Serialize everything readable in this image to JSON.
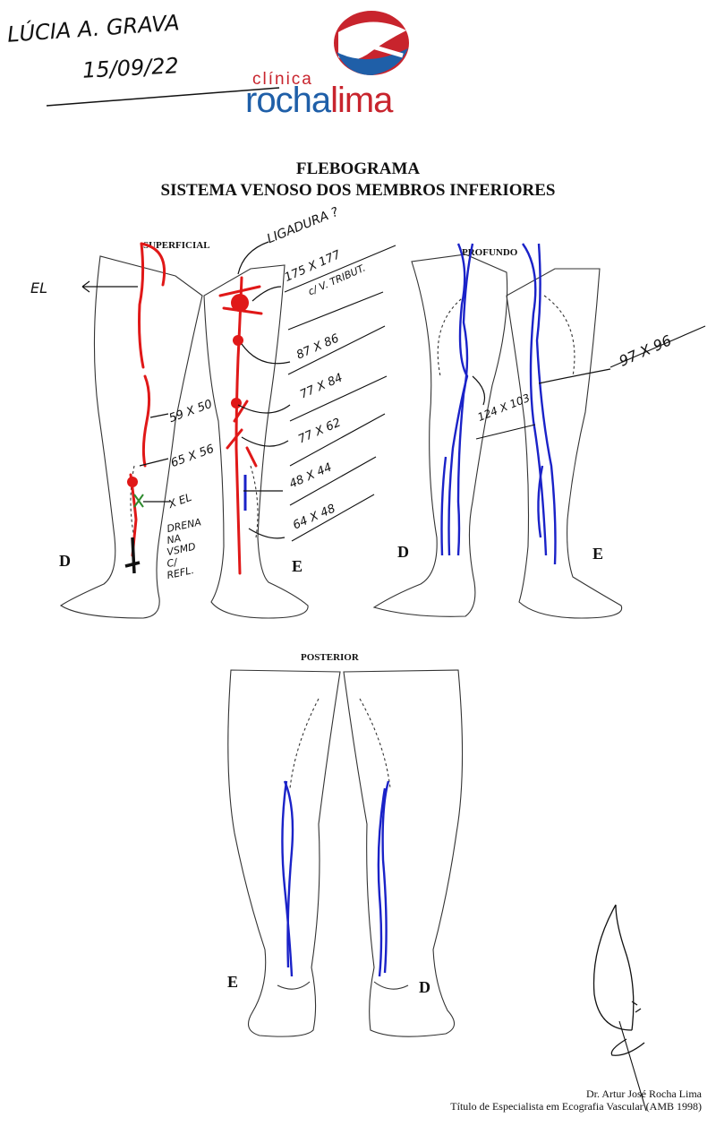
{
  "header": {
    "patient_name": "LÚCIA A. GRAVA",
    "date": "15/09/22",
    "logo_small": "clínica",
    "logo_main_a": "rocha",
    "logo_main_b": "lima",
    "colors": {
      "logo_blue": "#1f5fa8",
      "logo_red": "#c8242d"
    }
  },
  "document": {
    "title": "FLEBOGRAMA",
    "subtitle": "SISTEMA VENOSO DOS MEMBROS INFERIORES"
  },
  "diagrams": {
    "superficial": {
      "label": "SUPERFICIAL",
      "left_side": "D",
      "right_side": "E"
    },
    "profundo": {
      "label": "PROFUNDO",
      "left_side": "D",
      "right_side": "E"
    },
    "posterior": {
      "label": "POSTERIOR",
      "left_side": "E",
      "right_side": "D"
    }
  },
  "annotations": {
    "el_top": "EL",
    "ligadura": "LIGADURA ?",
    "m1": "175 X 177",
    "m1_note": "c/ V. TRIBUT.",
    "m2": "87 X 86",
    "m3": "77 X 84",
    "m4": "77 X 62",
    "m5": "48 X 44",
    "m6": "64 X 48",
    "m_left1": "59 X 50",
    "m_left2": "65 X 56",
    "el_cross": "X EL",
    "drena": [
      "DRENA",
      "NA",
      "VSMD",
      "C/",
      "REFL."
    ],
    "profundo_m1": "124 X 103",
    "profundo_m2": "97 X 96",
    "colors": {
      "superficial_vein": "#e01818",
      "deep_vein": "#1a22c8",
      "marker": "#2e8b2e"
    }
  },
  "signature": {
    "name": "Dr. Artur José Rocha Lima",
    "credential": "Título de Especialista em Ecografia Vascular (AMB 1998)"
  }
}
